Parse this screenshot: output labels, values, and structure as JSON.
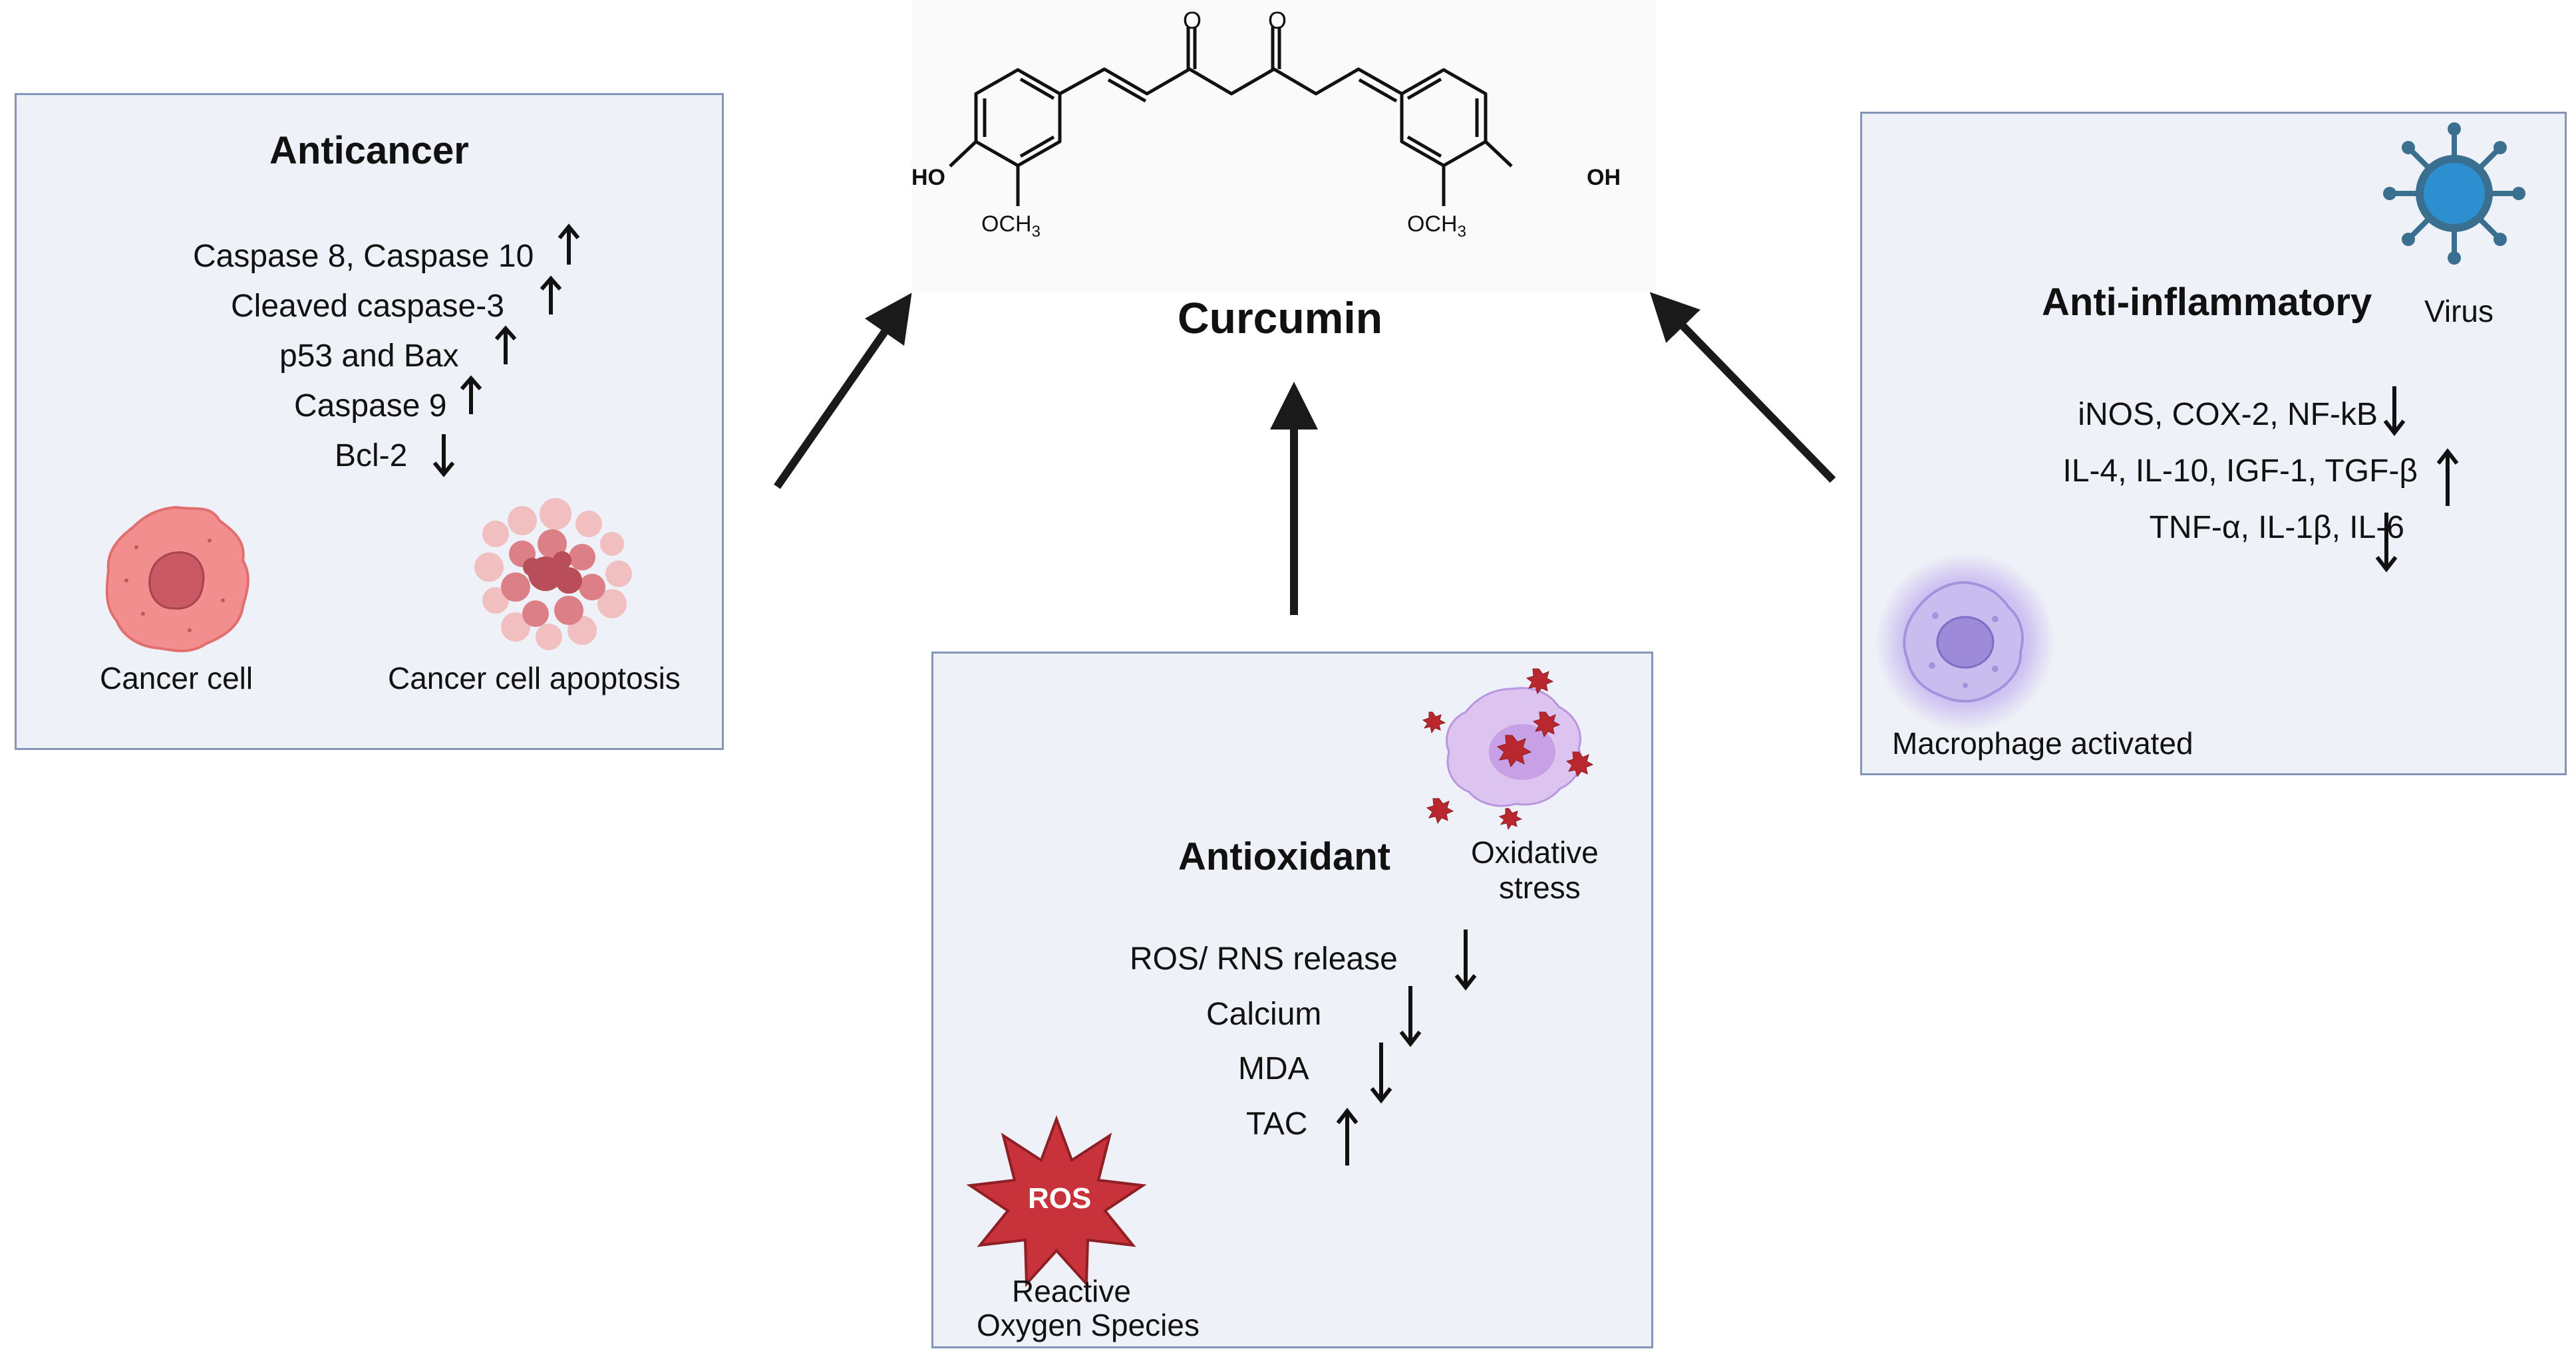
{
  "molecule": {
    "name": "Curcumin",
    "labels": {
      "o_left": "O",
      "o_right": "O",
      "ho_left": "HO",
      "oh_right": "OH",
      "och3_left": "OCH3",
      "och3_right": "OCH3"
    }
  },
  "anticancer": {
    "title": "Anticancer",
    "markers": [
      {
        "text": "Caspase 8, Caspase 10",
        "direction": "up"
      },
      {
        "text": "Cleaved caspase-3",
        "direction": "up"
      },
      {
        "text": "p53 and Bax",
        "direction": "up"
      },
      {
        "text": "Caspase 9",
        "direction": "up"
      },
      {
        "text": "Bcl-2",
        "direction": "down"
      }
    ],
    "images": [
      {
        "label": "Cancer cell"
      },
      {
        "label": "Cancer cell apoptosis"
      }
    ]
  },
  "anti_inflammatory": {
    "title": "Anti-inflammatory",
    "virus_label": "Virus",
    "markers": [
      {
        "text": "iNOS, COX-2, NF-kB",
        "direction": "down"
      },
      {
        "text": "IL-4, IL-10, IGF-1, TGF-β",
        "direction": "up"
      },
      {
        "text": "TNF-α, IL-1β, IL-6",
        "direction": "down"
      }
    ],
    "macrophage_label": "Macrophage activated"
  },
  "antioxidant": {
    "title": "Antioxidant",
    "stress_label_1": "Oxidative",
    "stress_label_2": "stress",
    "markers": [
      {
        "text": "ROS/ RNS release",
        "direction": "down"
      },
      {
        "text": "Calcium",
        "direction": "down"
      },
      {
        "text": "MDA",
        "direction": "down"
      },
      {
        "text": "TAC",
        "direction": "up"
      }
    ],
    "ros_badge": "ROS",
    "ros_label_1": "Reactive",
    "ros_label_2": "Oxygen Species"
  },
  "colors": {
    "panel_bg": "#eef1f7",
    "panel_border": "#8595b8",
    "virus": "#2e8fd0",
    "macrophage": "#b8a6e6",
    "ros": "#c8323a",
    "cancer_cell": "#f08f8f"
  }
}
